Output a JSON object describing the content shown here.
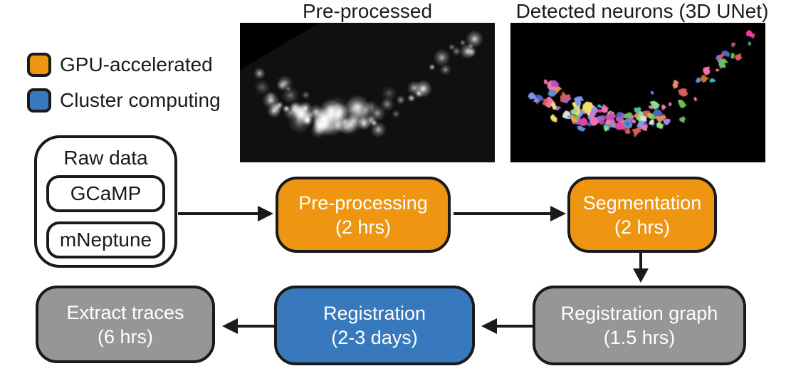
{
  "titles": {
    "preprocessed": "Pre-processed",
    "detected": "Detected neurons (3D UNet)"
  },
  "legend": {
    "items": [
      {
        "label": "GPU-accelerated",
        "color": "#EE9612"
      },
      {
        "label": "Cluster computing",
        "color": "#3779BC"
      }
    ]
  },
  "flowchart": {
    "raw_data": {
      "label": "Raw data",
      "channels": [
        {
          "label": "GCaMP"
        },
        {
          "label": "mNeptune"
        }
      ]
    },
    "steps": [
      {
        "id": "pre-processing",
        "label": "Pre-processing",
        "duration": "(2 hrs)",
        "compute": "gpu"
      },
      {
        "id": "segmentation",
        "label": "Segmentation",
        "duration": "(2 hrs)",
        "compute": "gpu"
      },
      {
        "id": "registration-graph",
        "label": "Registration graph",
        "duration": "(1.5 hrs)",
        "compute": "cpu"
      },
      {
        "id": "registration",
        "label": "Registration",
        "duration": "(2-3 days)",
        "compute": "cluster"
      },
      {
        "id": "extract-traces",
        "label": "Extract traces",
        "duration": "(6 hrs)",
        "compute": "cpu"
      }
    ]
  },
  "colors": {
    "gpu": "#EE9612",
    "cluster": "#3779BC",
    "cpu": "#969696",
    "outline": "#1a1a1a",
    "box_text": "#ffffff"
  },
  "microscopy": {
    "preprocessed": {
      "background": "#101010",
      "blob_color": "#ffffff",
      "blob_count": 90,
      "seed": 12345
    },
    "detected": {
      "background": "#000000",
      "blob_count": 125,
      "seed": 98765,
      "palette": [
        "#6abf59",
        "#e87bb5",
        "#c8762f",
        "#5e8fd0",
        "#9a66cc",
        "#52bdaa",
        "#ee3fa0",
        "#a2cf4a",
        "#e0e0e0",
        "#e98a66",
        "#4a66bb",
        "#c44fc4",
        "#45a868",
        "#f0a733",
        "#7e97e8",
        "#f772ad",
        "#3fb6c9",
        "#a98ae8",
        "#d45d5d",
        "#8ede8a",
        "#f0e06a",
        "#b04a86"
      ]
    }
  }
}
